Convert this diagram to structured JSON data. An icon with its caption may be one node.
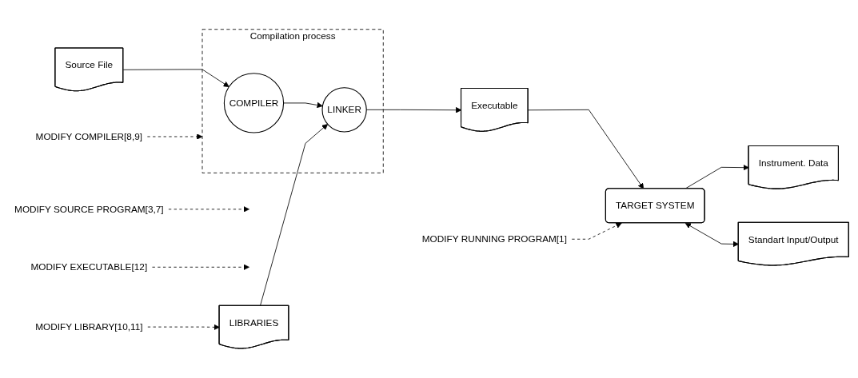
{
  "diagram": {
    "nodes": [
      {
        "text": [
          "Source File"
        ]
      },
      {
        "text": [
          "Compilation process"
        ]
      },
      {
        "text": [
          "COMPILER"
        ],
        "in": 1
      },
      {
        "text": [
          "LINKER"
        ],
        "in": 1
      },
      {
        "text": [
          "LIBRARIES"
        ]
      },
      {
        "text": [
          "Executable"
        ]
      },
      {
        "text": [
          "TARGET SYSTEM"
        ]
      },
      {
        "text": [
          "Instrument. Data"
        ]
      },
      {
        "text": [
          "Standart Input/Output"
        ]
      },
      {
        "text": [
          "MODIFY LIBRARY[10,11]"
        ]
      },
      {
        "text": [
          "MODIFY RUNNING PROGRAM[1]"
        ]
      },
      {
        "text": [
          "MODIFY SOURCE PROGRAM[3,7]"
        ]
      },
      {
        "text": [
          "MODIFY COMPILER[8,9]"
        ]
      },
      {
        "text": [
          "MODIFY EXECUTABLE[12]"
        ]
      }
    ],
    "edges": [
      {
        "from": 0,
        "to": 2,
        "arrow": "to"
      },
      {
        "from": 2,
        "to": 3,
        "arrow": "to"
      },
      {
        "from": 4,
        "to": 3,
        "arrow": "to"
      },
      {
        "from": 3,
        "to": 5,
        "arrow": "to"
      },
      {
        "from": 5,
        "to": 6,
        "arrow": "to"
      },
      {
        "from": 6,
        "to": 7,
        "arrow": "to"
      },
      {
        "from": 6,
        "to": 8,
        "arrow": "both"
      },
      {
        "from": 9,
        "to": 4,
        "arrow": "to",
        "style": "dashed"
      },
      {
        "from": 10,
        "to": 6,
        "arrow": "to",
        "style": "dashed"
      },
      {
        "from": 11,
        "to": null,
        "arrow": "to",
        "style": "dashed"
      },
      {
        "from": 12,
        "to": 1,
        "arrow": "to",
        "style": "dashed"
      },
      {
        "from": 13,
        "to": null,
        "arrow": "to",
        "style": "dashed"
      }
    ]
  }
}
